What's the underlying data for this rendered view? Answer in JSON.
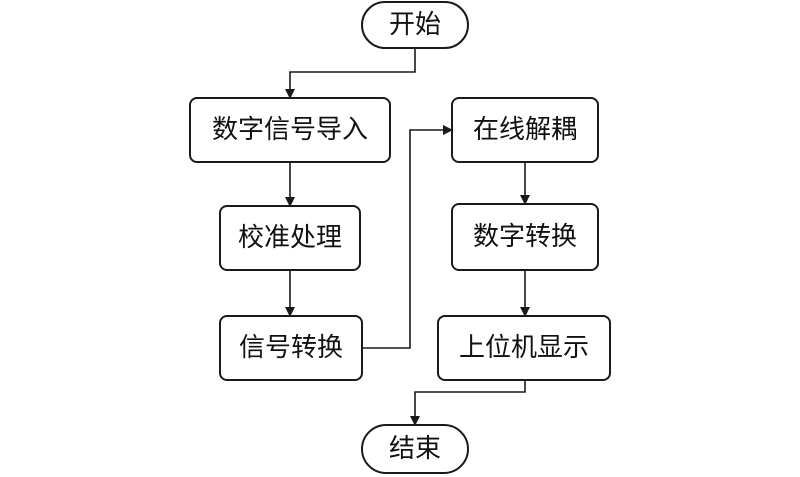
{
  "colors": {
    "stroke": "#1a1a1a",
    "fill": "#ffffff",
    "text": "#111111"
  },
  "nodes": {
    "start": {
      "label": "开始",
      "shape": "terminal"
    },
    "import": {
      "label": "数字信号导入",
      "shape": "process"
    },
    "calibrate": {
      "label": "校准处理",
      "shape": "process"
    },
    "signal_convert": {
      "label": "信号转换",
      "shape": "process"
    },
    "decouple": {
      "label": "在线解耦",
      "shape": "process"
    },
    "digital_convert": {
      "label": "数字转换",
      "shape": "process"
    },
    "display": {
      "label": "上位机显示",
      "shape": "process"
    },
    "end": {
      "label": "结束",
      "shape": "terminal"
    }
  },
  "edges": [
    {
      "from": "start",
      "to": "import"
    },
    {
      "from": "import",
      "to": "calibrate"
    },
    {
      "from": "calibrate",
      "to": "signal_convert"
    },
    {
      "from": "signal_convert",
      "to": "decouple"
    },
    {
      "from": "decouple",
      "to": "digital_convert"
    },
    {
      "from": "digital_convert",
      "to": "display"
    },
    {
      "from": "display",
      "to": "end"
    }
  ]
}
